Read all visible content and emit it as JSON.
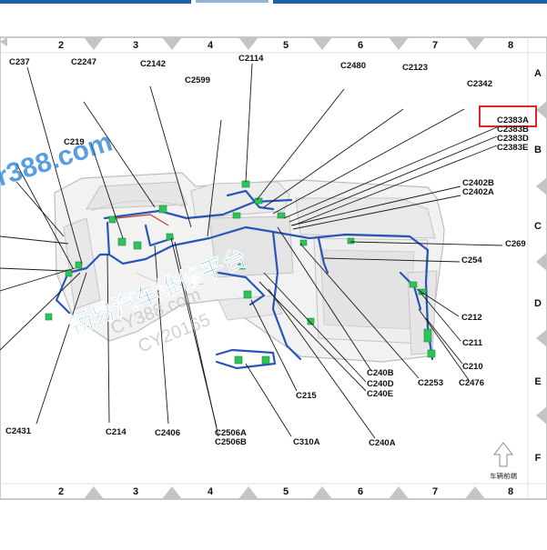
{
  "grid": {
    "columns": [
      "2",
      "3",
      "4",
      "5",
      "6",
      "7",
      "8"
    ],
    "rows": [
      "A",
      "B",
      "C",
      "D",
      "E",
      "F"
    ]
  },
  "labels": [
    {
      "id": "c237",
      "text": "C237"
    },
    {
      "id": "c2247",
      "text": "C2247"
    },
    {
      "id": "c2142",
      "text": "C2142"
    },
    {
      "id": "c2599",
      "text": "C2599"
    },
    {
      "id": "c2114",
      "text": "C2114"
    },
    {
      "id": "c2480",
      "text": "C2480"
    },
    {
      "id": "c2123",
      "text": "C2123"
    },
    {
      "id": "c2342",
      "text": "C2342"
    },
    {
      "id": "c2383a",
      "text": "C2383A"
    },
    {
      "id": "c2383b",
      "text": "C2383B"
    },
    {
      "id": "c2383d",
      "text": "C2383D"
    },
    {
      "id": "c2383e",
      "text": "C2383E"
    },
    {
      "id": "c219",
      "text": "C219"
    },
    {
      "id": "c2402b",
      "text": "C2402B"
    },
    {
      "id": "c2402a",
      "text": "C2402A"
    },
    {
      "id": "c269",
      "text": "C269"
    },
    {
      "id": "c254",
      "text": "C254"
    },
    {
      "id": "c212",
      "text": "C212"
    },
    {
      "id": "c211",
      "text": "C211"
    },
    {
      "id": "c210",
      "text": "C210"
    },
    {
      "id": "c2476",
      "text": "C2476"
    },
    {
      "id": "c2253",
      "text": "C2253"
    },
    {
      "id": "c240b",
      "text": "C240B"
    },
    {
      "id": "c240d",
      "text": "C240D"
    },
    {
      "id": "c240e",
      "text": "C240E"
    },
    {
      "id": "c215",
      "text": "C215"
    },
    {
      "id": "c2431",
      "text": "C2431"
    },
    {
      "id": "c214",
      "text": "C214"
    },
    {
      "id": "c2406",
      "text": "C2406"
    },
    {
      "id": "c2506a",
      "text": "C2506A"
    },
    {
      "id": "c2506b",
      "text": "C2506B"
    },
    {
      "id": "c310a",
      "text": "C310A"
    },
    {
      "id": "c240a",
      "text": "C240A"
    }
  ],
  "highlighted_label": "C2383A",
  "direction_label": "车辆前端",
  "watermark": {
    "url": "r388.com",
    "brand": "畅易汽车维修平台",
    "id_a": "CY388.com",
    "id_b": "CY20165"
  },
  "colors": {
    "highlight_box": "#e0262b",
    "harness": "#2a55b8",
    "connector": "#2fc25a",
    "watermark": "#1f7fd6",
    "frame": "#b9b9b9"
  }
}
